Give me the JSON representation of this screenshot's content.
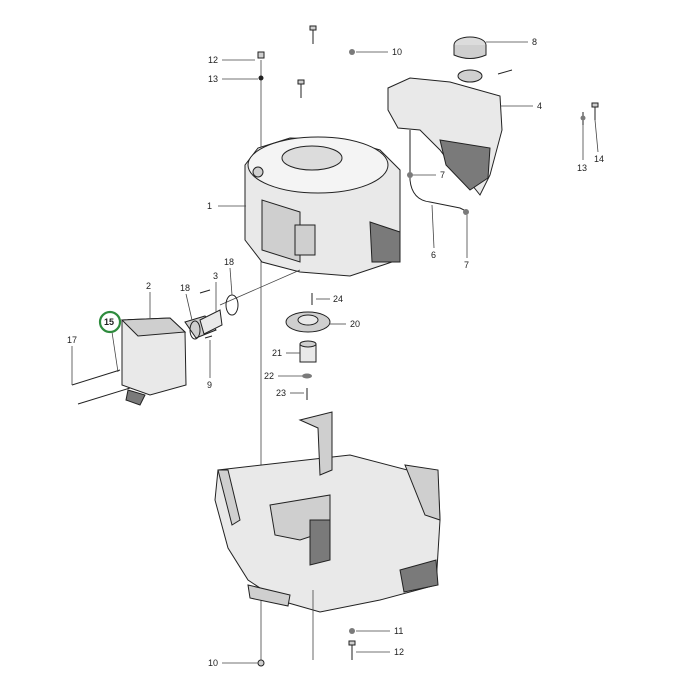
{
  "colors": {
    "line": "#222222",
    "light_fill": "#e9e9e9",
    "mid_fill": "#cfcfcf",
    "dark_fill": "#7a7a7a",
    "highlight_ring": "#2e8b3d"
  },
  "highlighted_callout": "15",
  "callouts": {
    "c1": "1",
    "c2": "2",
    "c3": "3",
    "c4": "4",
    "c6": "6",
    "c7a": "7",
    "c7b": "7",
    "c8": "8",
    "c9": "9",
    "c10a": "10",
    "c10b": "10",
    "c11": "11",
    "c12a": "12",
    "c12b": "12",
    "c13a": "13",
    "c13b": "13",
    "c14": "14",
    "c15": "15",
    "c17": "17",
    "c18a": "18",
    "c18b": "18",
    "c20": "20",
    "c21": "21",
    "c22": "22",
    "c23": "23",
    "c24": "24"
  }
}
